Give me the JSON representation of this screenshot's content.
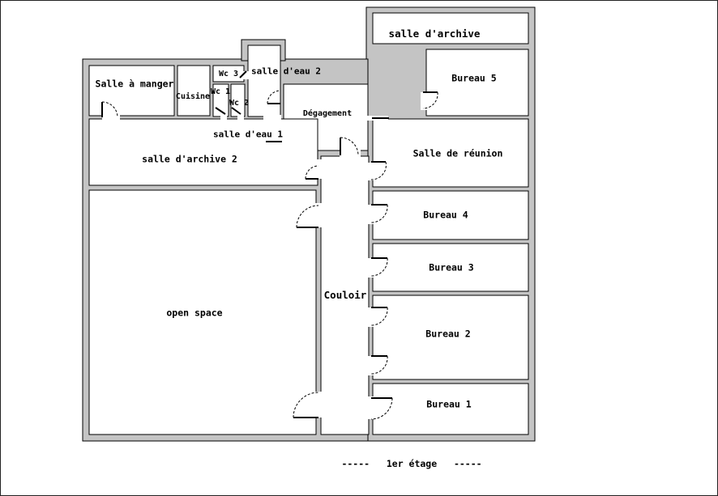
{
  "rooms": {
    "salle_archive": "salle d'archive",
    "bureau_5": "Bureau 5",
    "salle_a_manger": "Salle à manger",
    "cuisine": "Cuisine",
    "wc_3": "Wc 3",
    "wc_1": "Wc 1",
    "wc_2": "Wc 2",
    "salle_eau_2": "salle d'eau 2",
    "salle_eau_1": "salle d'eau 1",
    "degagement": "Dégagement",
    "salle_archive_2": "salle d'archive 2",
    "salle_reunion": "Salle de réunion",
    "bureau_4": "Bureau 4",
    "bureau_3": "Bureau 3",
    "bureau_2": "Bureau 2",
    "bureau_1": "Bureau 1",
    "couloir": "Couloir",
    "open_space": "open space"
  },
  "caption": {
    "dashes_left": "-----",
    "floor": "1er étage",
    "dashes_right": "-----"
  },
  "colors": {
    "wall": "#c4c4c4",
    "line": "#000000",
    "floor": "#ffffff"
  }
}
